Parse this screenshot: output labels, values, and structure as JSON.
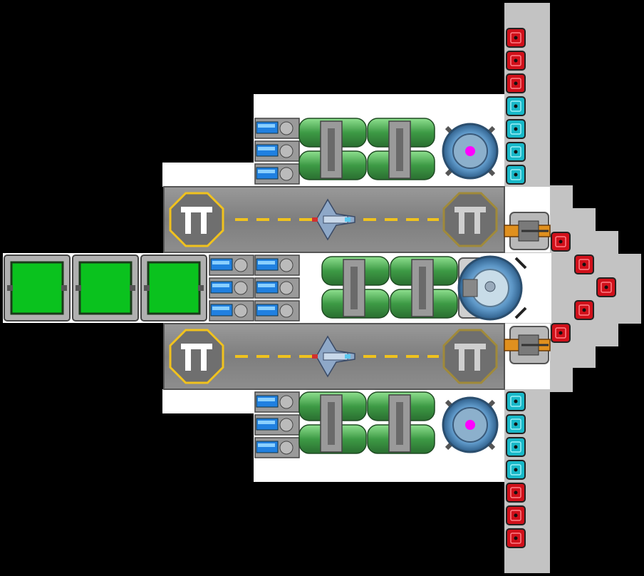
{
  "colors": {
    "background": "#000000",
    "hull_white": "#ffffff",
    "hull_gray": "#c3c3c3",
    "cargo_green": "#0ac21e",
    "tank_green": "#4aa54f",
    "runway": "#8a8a8a",
    "pad_yellow": "#f0c21e",
    "armor_red": "#d0101a",
    "armor_cyan": "#18b8c8",
    "reactor_blue": "#6aa8d8",
    "core_magenta": "#ff00ff",
    "thruster_blue": "#2080e0",
    "turret_orange": "#e0901e"
  },
  "ship": {
    "name": "carrier",
    "cargo_containers": 3,
    "hangars": [
      {
        "id": "upper",
        "pads": 2,
        "fighter": "fighter-icon"
      },
      {
        "id": "lower",
        "pads": 2,
        "fighter": "fighter-icon"
      }
    ],
    "reactors": 2,
    "turrets": 2,
    "armor_column_top": [
      "red",
      "red",
      "red",
      "cyan",
      "cyan",
      "cyan",
      "cyan"
    ],
    "armor_column_bottom": [
      "cyan",
      "cyan",
      "cyan",
      "cyan",
      "red",
      "red",
      "red"
    ],
    "armor_nose": [
      "red",
      "red",
      "red",
      "red",
      "red"
    ]
  }
}
